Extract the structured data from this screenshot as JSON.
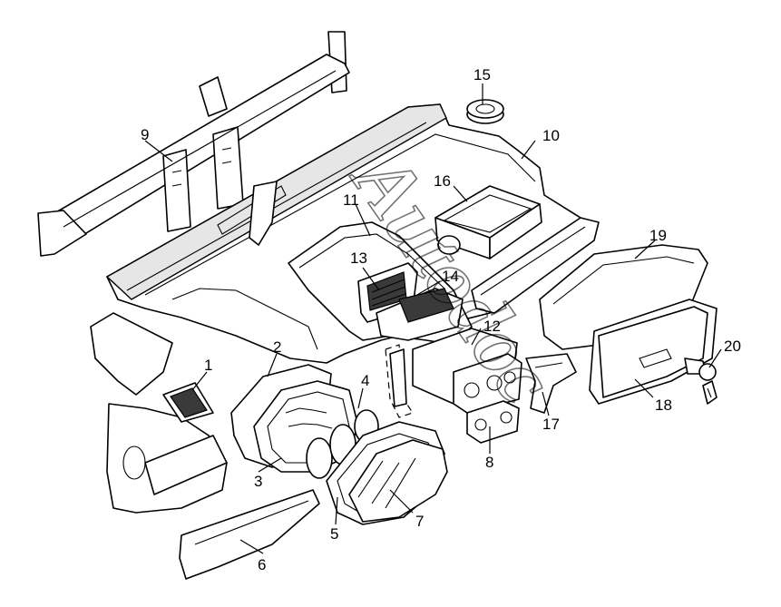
{
  "watermark": "Autodoc",
  "callouts": [
    {
      "id": "1",
      "name": "callout-1-side-vent"
    },
    {
      "id": "2",
      "name": "callout-2-instrument-cluster"
    },
    {
      "id": "3",
      "name": "callout-3-cluster-housing"
    },
    {
      "id": "4",
      "name": "callout-4-gauge-rings"
    },
    {
      "id": "5",
      "name": "callout-5-cluster-bezel"
    },
    {
      "id": "6",
      "name": "callout-6-lower-trim-panel"
    },
    {
      "id": "7",
      "name": "callout-7-cluster-lens"
    },
    {
      "id": "8",
      "name": "callout-8-switch-panel"
    },
    {
      "id": "9",
      "name": "callout-9-crossmember"
    },
    {
      "id": "10",
      "name": "callout-10-dashboard-panel"
    },
    {
      "id": "11",
      "name": "callout-11-center-console-housing"
    },
    {
      "id": "12",
      "name": "callout-12-heater-control"
    },
    {
      "id": "13",
      "name": "callout-13-center-vents"
    },
    {
      "id": "14",
      "name": "callout-14-vent-assembly"
    },
    {
      "id": "15",
      "name": "callout-15-speaker"
    },
    {
      "id": "16",
      "name": "callout-16-airbag-module"
    },
    {
      "id": "17",
      "name": "callout-17-bracket"
    },
    {
      "id": "18",
      "name": "callout-18-glovebox"
    },
    {
      "id": "19",
      "name": "callout-19-glovebox-housing"
    },
    {
      "id": "20",
      "name": "callout-20-lock-and-key"
    }
  ]
}
